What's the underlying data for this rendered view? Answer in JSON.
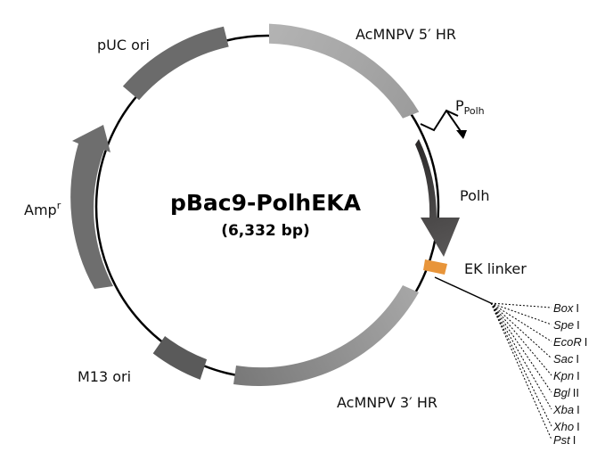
{
  "plasmid": {
    "name": "pBac9-PolhEKA",
    "size": "(6,332 bp)"
  },
  "features": [
    {
      "id": "puc-ori",
      "label": "pUC ori"
    },
    {
      "id": "acmnpv-5-hr",
      "label": "AcMNPV 5′ HR"
    },
    {
      "id": "promoter",
      "label_main": "P",
      "label_sub": "Polh"
    },
    {
      "id": "polh",
      "label": "Polh"
    },
    {
      "id": "ek-linker",
      "label": "EK linker"
    },
    {
      "id": "acmnpv-3-hr",
      "label": "AcMNPV 3′ HR"
    },
    {
      "id": "m13-ori",
      "label": "M13 ori"
    },
    {
      "id": "ampr",
      "label_main": "Amp",
      "label_sup": "r"
    }
  ],
  "restriction_sites": [
    {
      "name": "Box",
      "numeral": "I"
    },
    {
      "name": "Spe",
      "numeral": "I"
    },
    {
      "name": "EcoR",
      "numeral": "I"
    },
    {
      "name": "Sac",
      "numeral": "I"
    },
    {
      "name": "Kpn",
      "numeral": "I"
    },
    {
      "name": "Bgl",
      "numeral": "II"
    },
    {
      "name": "Xba",
      "numeral": "I"
    },
    {
      "name": "Xho",
      "numeral": "I"
    },
    {
      "name": "Pst",
      "numeral": "I"
    }
  ],
  "colors": {
    "backbone": "#000000",
    "homology_arm": "#a6a6a6",
    "origin": "#6b6b6b",
    "ampr_arrow": "#6e6e6e",
    "polh_arrow": "#3a3838",
    "ek_linker": "#e8953a"
  }
}
